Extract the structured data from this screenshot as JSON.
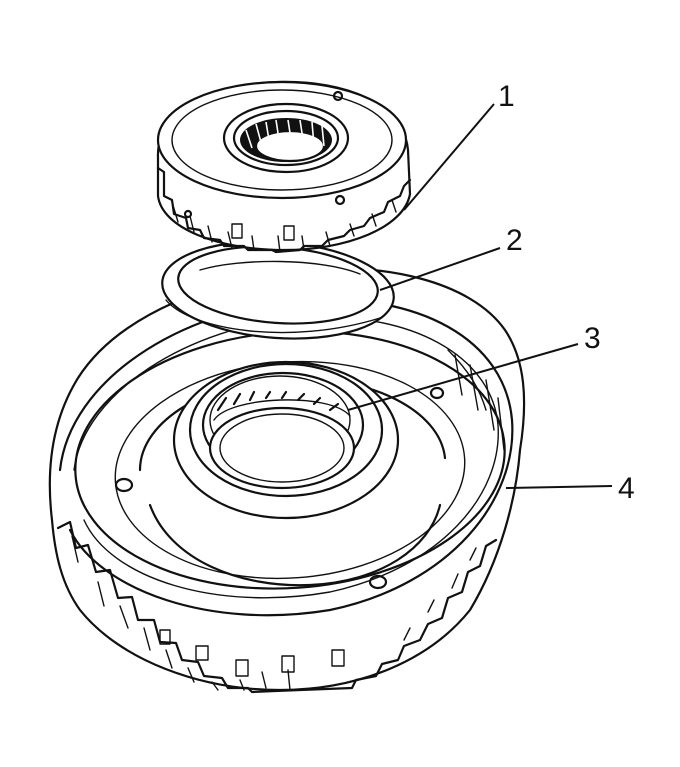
{
  "callouts": [
    {
      "id": 1,
      "label": "1"
    },
    {
      "id": 2,
      "label": "2"
    },
    {
      "id": 3,
      "label": "3"
    },
    {
      "id": 4,
      "label": "4"
    }
  ],
  "colors": {
    "ink": "#111111",
    "background": "#ffffff"
  }
}
